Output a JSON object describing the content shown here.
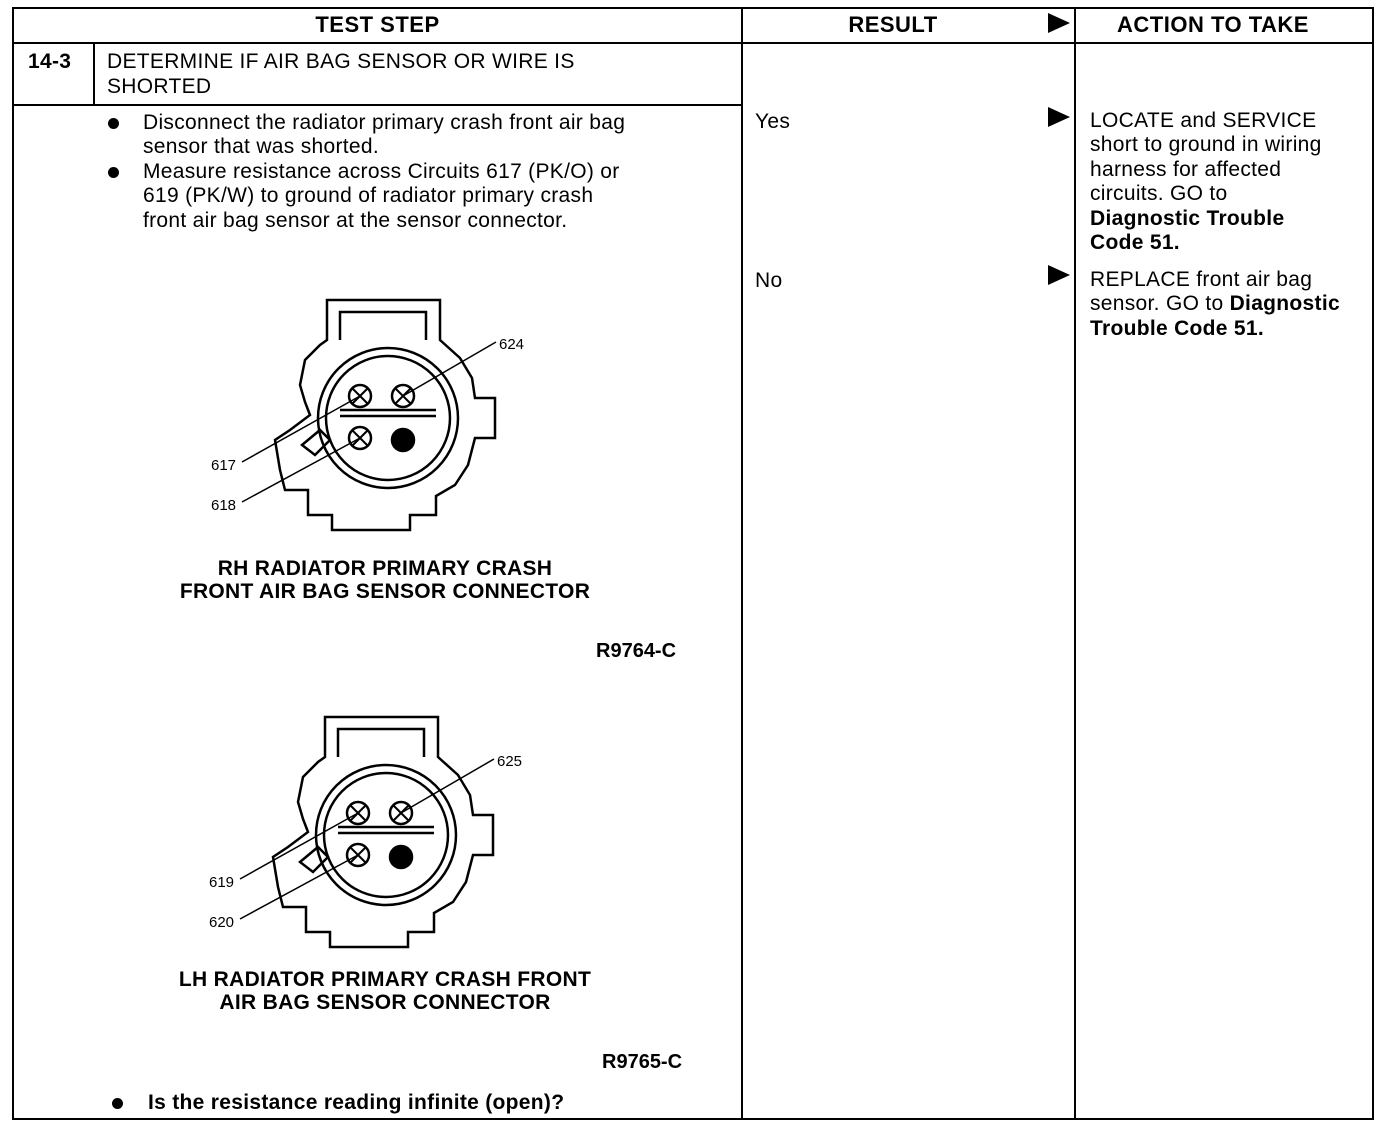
{
  "header": {
    "test_step": "TEST STEP",
    "result": "RESULT",
    "action": "ACTION TO TAKE"
  },
  "step": {
    "number": "14-3",
    "title_line1": "DETERMINE IF AIR BAG SENSOR OR WIRE IS",
    "title_line2": "SHORTED"
  },
  "instructions": {
    "b1_line1": "Disconnect the radiator primary crash front air bag",
    "b1_line2": "sensor that was shorted.",
    "b2_line1": "Measure resistance across Circuits 617 (PK/O) or",
    "b2_line2": "619 (PK/W) to ground of radiator primary crash",
    "b2_line3": "front air bag sensor at the sensor connector.",
    "question": "Is the resistance reading infinite (open)?"
  },
  "diagram_rh": {
    "pin_top_right": "624",
    "pin_left_upper": "617",
    "pin_left_lower": "618",
    "caption_line1": "RH RADIATOR PRIMARY CRASH",
    "caption_line2": "FRONT AIR BAG SENSOR CONNECTOR",
    "figure_code": "R9764-C"
  },
  "diagram_lh": {
    "pin_top_right": "625",
    "pin_left_upper": "619",
    "pin_left_lower": "620",
    "caption_line1": "LH RADIATOR PRIMARY CRASH FRONT",
    "caption_line2": "AIR BAG SENSOR CONNECTOR",
    "figure_code": "R9765-C"
  },
  "results": {
    "yes": "Yes",
    "no": "No"
  },
  "actions": {
    "yes_l1": "LOCATE and SERVICE",
    "yes_l2": "short to ground in wiring",
    "yes_l3": "harness for affected",
    "yes_l4": "circuits. GO to",
    "yes_l5": "Diagnostic Trouble",
    "yes_l6": "Code 51.",
    "no_l1": "REPLACE front air bag",
    "no_l2_plain": "sensor. GO to ",
    "no_l2_bold": "Diagnostic",
    "no_l3": "Trouble Code 51."
  }
}
